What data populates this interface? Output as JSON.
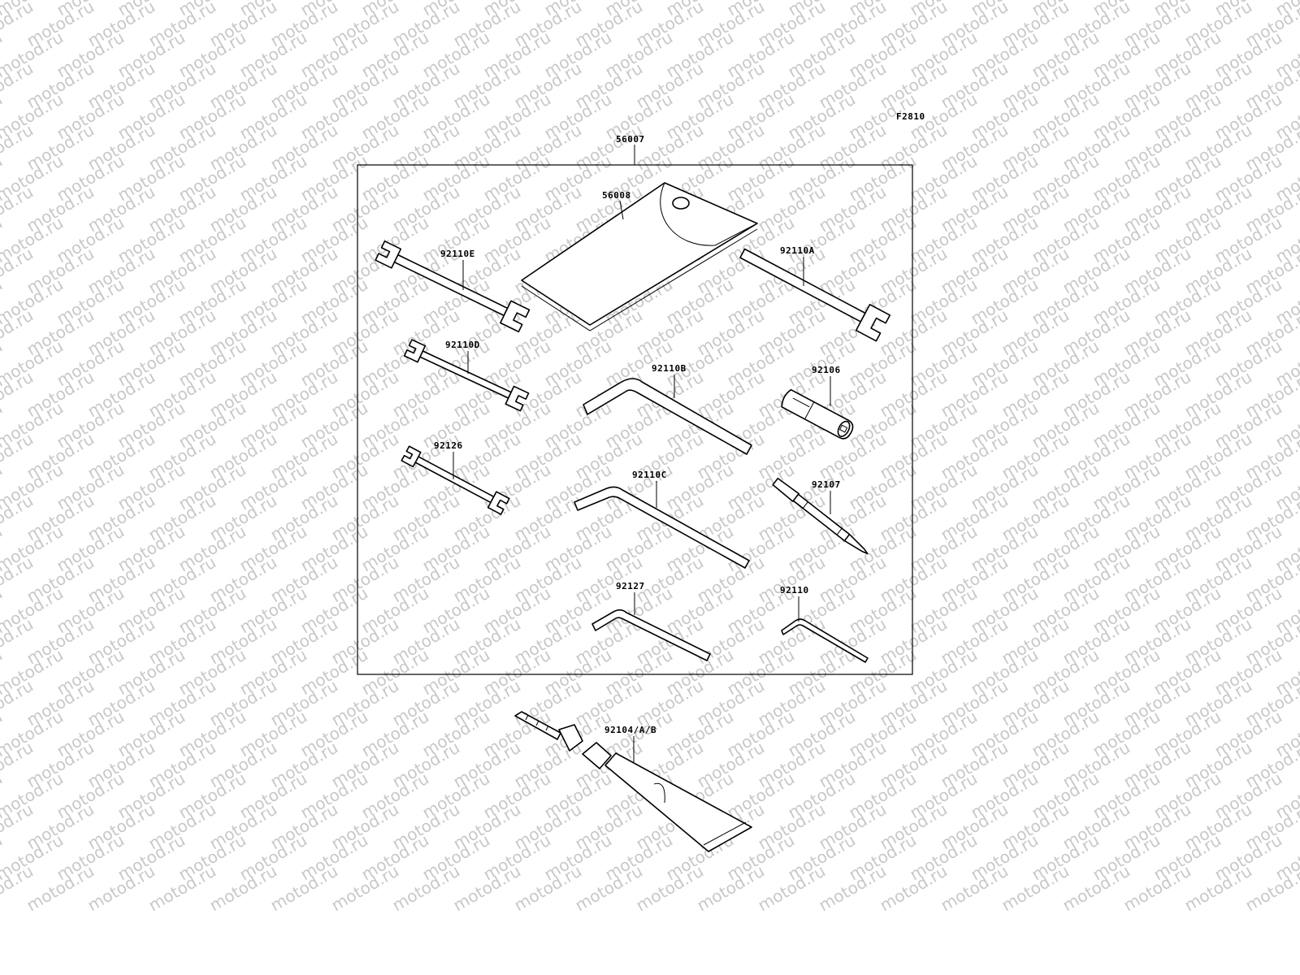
{
  "figure_code": "F2810",
  "watermark_text": "motod.ru",
  "parts": {
    "kit": "56007",
    "bag": "56008",
    "wrench_a": "92110A",
    "wrench_e": "92110E",
    "wrench_d": "92110D",
    "hex_b": "92110B",
    "plug_tool": "92106",
    "wrench_126": "92126",
    "hex_c": "92110C",
    "screwdriver": "92107",
    "hex_127": "92127",
    "hex_small": "92110",
    "grease": "92104/A/B"
  },
  "colors": {
    "line": "#000000",
    "watermark": "#c8c8c8",
    "background": "#ffffff"
  }
}
